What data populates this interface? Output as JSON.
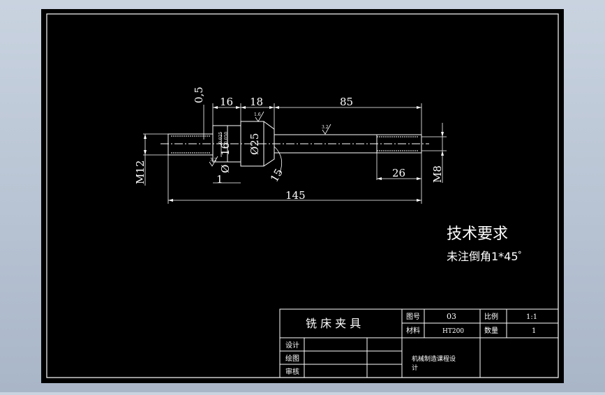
{
  "drawing": {
    "dimensions": {
      "d_0_5": "0,5",
      "d_16": "16",
      "d_18": "18",
      "d_85": "85",
      "d_m12": "M12",
      "d_16f": "16",
      "d_tol_upper": "-0.025",
      "d_tol_lower": "-0.050",
      "d_phi25": "Ø25",
      "d_phi": "Ø",
      "d_1": "1",
      "d_15": "15",
      "d_26": "26",
      "d_m8": "M8",
      "d_145": "145",
      "rough_a": "1.6",
      "rough_b": "3.2",
      "rough_c": "3.2"
    },
    "notes": {
      "title": "技术要求",
      "line1": "未注倒角1*45゜"
    },
    "title_block": {
      "name": "铣 床 夹 具",
      "drawing_no_label": "图号",
      "drawing_no": "03",
      "scale_label": "比例",
      "scale": "1:1",
      "material_label": "材料",
      "material": "HT200",
      "qty_label": "数量",
      "qty": "1",
      "design_label": "设计",
      "draw_label": "绘图",
      "review_label": "审核",
      "course_line1": "机械制造课程设",
      "course_line2": "计"
    }
  }
}
